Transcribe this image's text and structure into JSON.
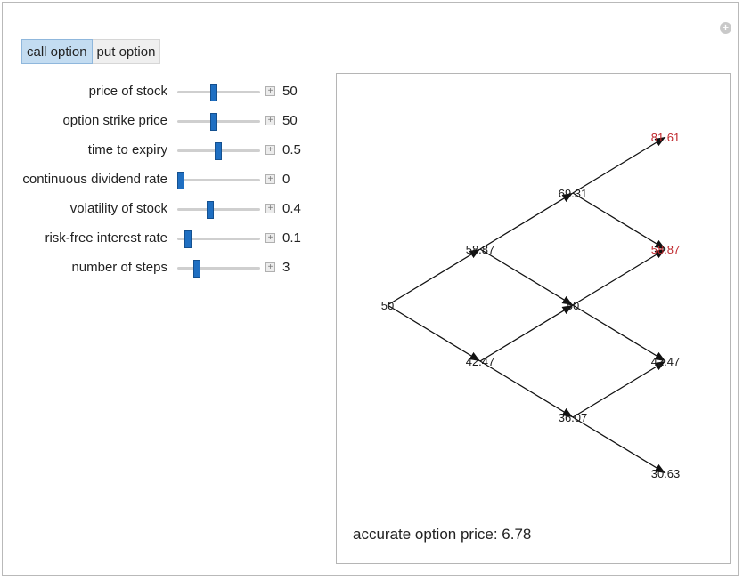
{
  "tabs": [
    {
      "label": "call option",
      "active": true
    },
    {
      "label": "put option",
      "active": false
    }
  ],
  "controls": [
    {
      "label": "price of stock",
      "value": "50",
      "slider_fraction": 0.44
    },
    {
      "label": "option strike price",
      "value": "50",
      "slider_fraction": 0.44
    },
    {
      "label": "time to expiry",
      "value": "0.5",
      "slider_fraction": 0.49
    },
    {
      "label": "continuous dividend rate",
      "value": "0",
      "slider_fraction": 0.04
    },
    {
      "label": "volatility of stock",
      "value": "0.4",
      "slider_fraction": 0.4
    },
    {
      "label": "risk-free interest rate",
      "value": "0.1",
      "slider_fraction": 0.13
    },
    {
      "label": "number of steps",
      "value": "3",
      "slider_fraction": 0.24
    }
  ],
  "tree": {
    "levels": [
      [
        "50"
      ],
      [
        "58.87",
        "42.47"
      ],
      [
        "69.31",
        "50",
        "36.07"
      ],
      [
        "81.61",
        "58.87",
        "42.47",
        "30.63"
      ]
    ],
    "highlight_color": "#c0282d",
    "normal_color": "#1a1a1a",
    "terminal_in_money": [
      true,
      true,
      false,
      false
    ]
  },
  "accurate_price": "accurate option price: 6.78",
  "colors": {
    "accent": "#1f6fc2",
    "tab_active": "#c3dcf1"
  },
  "icons": {
    "corner": "plus-circle-icon",
    "control_plus": "plus-square-icon"
  }
}
